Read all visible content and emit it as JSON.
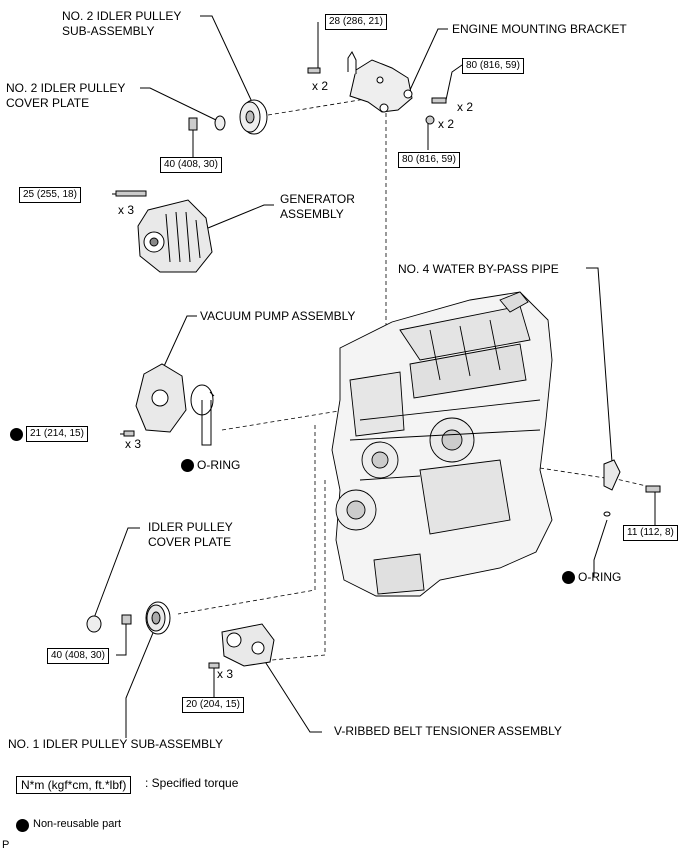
{
  "labels": {
    "no2_idler_pulley": "NO. 2 IDLER PULLEY\nSUB-ASSEMBLY",
    "no2_idler_cover": "NO. 2 IDLER PULLEY\nCOVER PLATE",
    "engine_mounting_bracket": "ENGINE MOUNTING BRACKET",
    "generator": "GENERATOR\nASSEMBLY",
    "vacuum_pump": "VACUUM PUMP ASSEMBLY",
    "o_ring_1": "O-RING",
    "no4_water_bypass": "NO. 4 WATER BY-PASS PIPE",
    "o_ring_2": "O-RING",
    "idler_cover": "IDLER PULLEY\nCOVER PLATE",
    "no1_idler_pulley": "NO. 1 IDLER PULLEY SUB-ASSEMBLY",
    "vribbed_tensioner": "V-RIBBED BELT TENSIONER ASSEMBLY"
  },
  "torques": {
    "t_bracket_28": "28 (286, 21)",
    "t_bracket_80a": "80 (816, 59)",
    "t_bracket_80b": "80 (816, 59)",
    "t_no2_cover_40": "40 (408, 30)",
    "t_generator_25": "25 (255, 18)",
    "t_vacuum_21": "21 (214, 15)",
    "t_bypass_11": "11 (112, 8)",
    "t_idler_cover_40": "40 (408, 30)",
    "t_tensioner_20": "20 (204, 15)"
  },
  "quantities": {
    "q_bracket_28": "x 2",
    "q_bracket_80a": "x 2",
    "q_bracket_80b": "x 2",
    "q_generator": "x 3",
    "q_vacuum": "x 3",
    "q_tensioner": "x 3"
  },
  "legend": {
    "torque_unit": "N*m (kgf*cm, ft.*lbf)",
    "torque_text": ": Specified torque",
    "nonreusable_text": "Non-reusable part"
  },
  "footer": {
    "mark": "P"
  },
  "colors": {
    "line": "#000000",
    "fill": "#ffffff",
    "shade": "#d8d8d8",
    "dark": "#555555"
  }
}
